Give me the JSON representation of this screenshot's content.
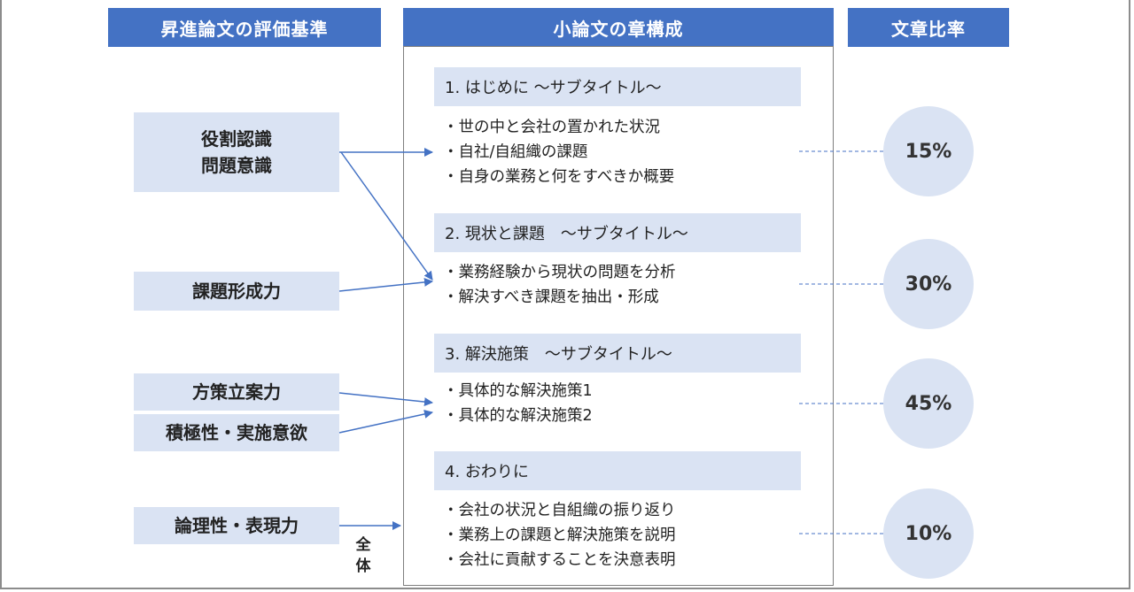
{
  "headers": {
    "criteria": "昇進論文の評価基準",
    "structure": "小論文の章構成",
    "ratio": "文章比率"
  },
  "criteria": [
    {
      "lines": [
        "役割認識",
        "問題意識"
      ]
    },
    {
      "lines": [
        "課題形成力"
      ]
    },
    {
      "lines": [
        "方策立案力"
      ]
    },
    {
      "lines": [
        "積極性・実施意欲"
      ]
    },
    {
      "lines": [
        "論理性・表現力"
      ]
    }
  ],
  "whole_label": [
    "全",
    "体"
  ],
  "chapters": [
    {
      "title": "1.  はじめに ～サブタイトル～",
      "bullets": [
        "・世の中と会社の置かれた状況",
        "・自社/自組織の課題",
        "・自身の業務と何をすべきか概要"
      ],
      "ratio": "15%"
    },
    {
      "title": "2.  現状と課題　～サブタイトル～",
      "bullets": [
        "・業務経験から現状の問題を分析",
        "・解決すべき課題を抽出・形成"
      ],
      "ratio": "30%"
    },
    {
      "title": "3.  解決施策　～サブタイトル～",
      "bullets": [
        "・具体的な解決施策1",
        "・具体的な解決施策2"
      ],
      "ratio": "45%"
    },
    {
      "title": "4.  おわりに",
      "bullets": [
        "・会社の状況と自組織の振り返り",
        "・業務上の課題と解決施策を説明",
        "・会社に貢献することを決意表明"
      ],
      "ratio": "10%"
    }
  ],
  "colors": {
    "header_bg": "#4472c4",
    "box_bg": "#dae3f3",
    "arrow": "#4472c4"
  }
}
